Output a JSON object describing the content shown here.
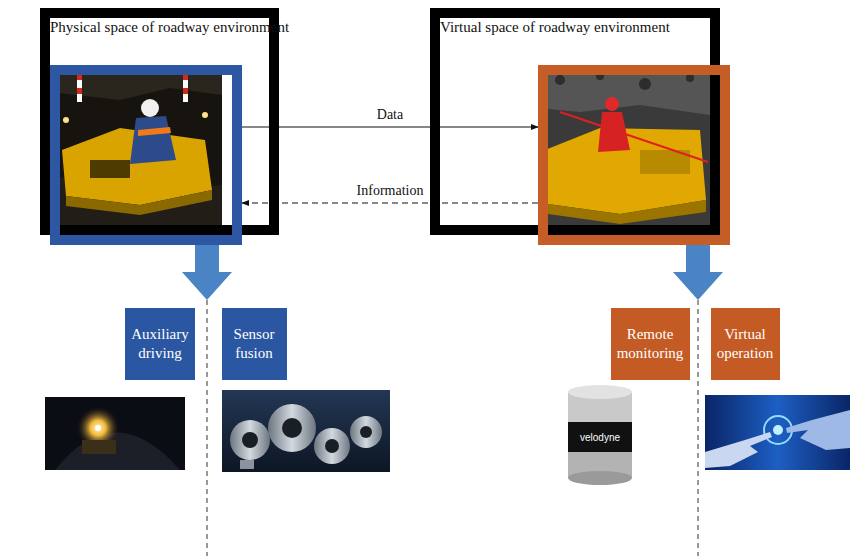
{
  "diagram": {
    "nodes": [
      {
        "text": [
          "Physical space of roadway environment"
        ]
      },
      {
        "text": [
          "Virtual space of roadway environment"
        ]
      },
      {
        "text": [
          "Auxiliary driving"
        ]
      },
      {
        "text": [
          "Sensor fusion"
        ]
      },
      {
        "text": [
          "Remote monitoring"
        ]
      },
      {
        "text": [
          "Virtual operation"
        ]
      }
    ],
    "edges": [
      {
        "from": 0,
        "to": 1,
        "arrow": "to",
        "label": "Data"
      },
      {
        "from": 1,
        "to": 0,
        "arrow": "to",
        "label": "Information"
      }
    ],
    "labels": [
      "velodyne"
    ]
  }
}
